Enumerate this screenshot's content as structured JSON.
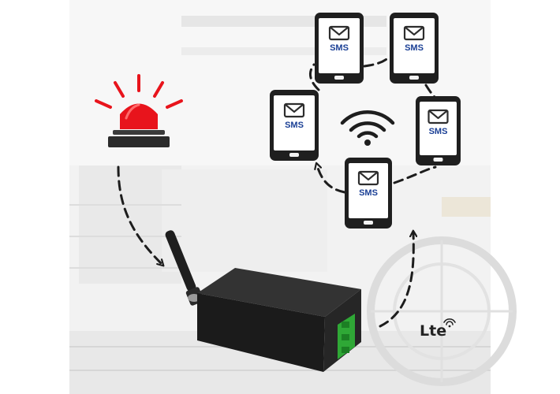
{
  "phones": [
    {
      "id": "phone-top-left",
      "icon": "envelope-icon",
      "label": "SMS"
    },
    {
      "id": "phone-top-right",
      "icon": "envelope-icon",
      "label": "SMS"
    },
    {
      "id": "phone-middle-left",
      "icon": "envelope-icon",
      "label": "SMS"
    },
    {
      "id": "phone-middle-right",
      "icon": "envelope-icon",
      "label": "SMS"
    },
    {
      "id": "phone-bottom-center",
      "icon": "envelope-icon",
      "label": "SMS"
    }
  ],
  "network_label": "Lte",
  "icons": [
    "red-alarm-beacon-icon",
    "wifi-icon",
    "envelope-icon",
    "antenna-icon",
    "terminal-block-icon"
  ],
  "colors": {
    "alarm_red": "#e8141c",
    "sms_text": "#1a3f95",
    "device_body": "#1b1b1b",
    "terminal_green": "#2fa836",
    "arrow": "#1d1d1d"
  }
}
